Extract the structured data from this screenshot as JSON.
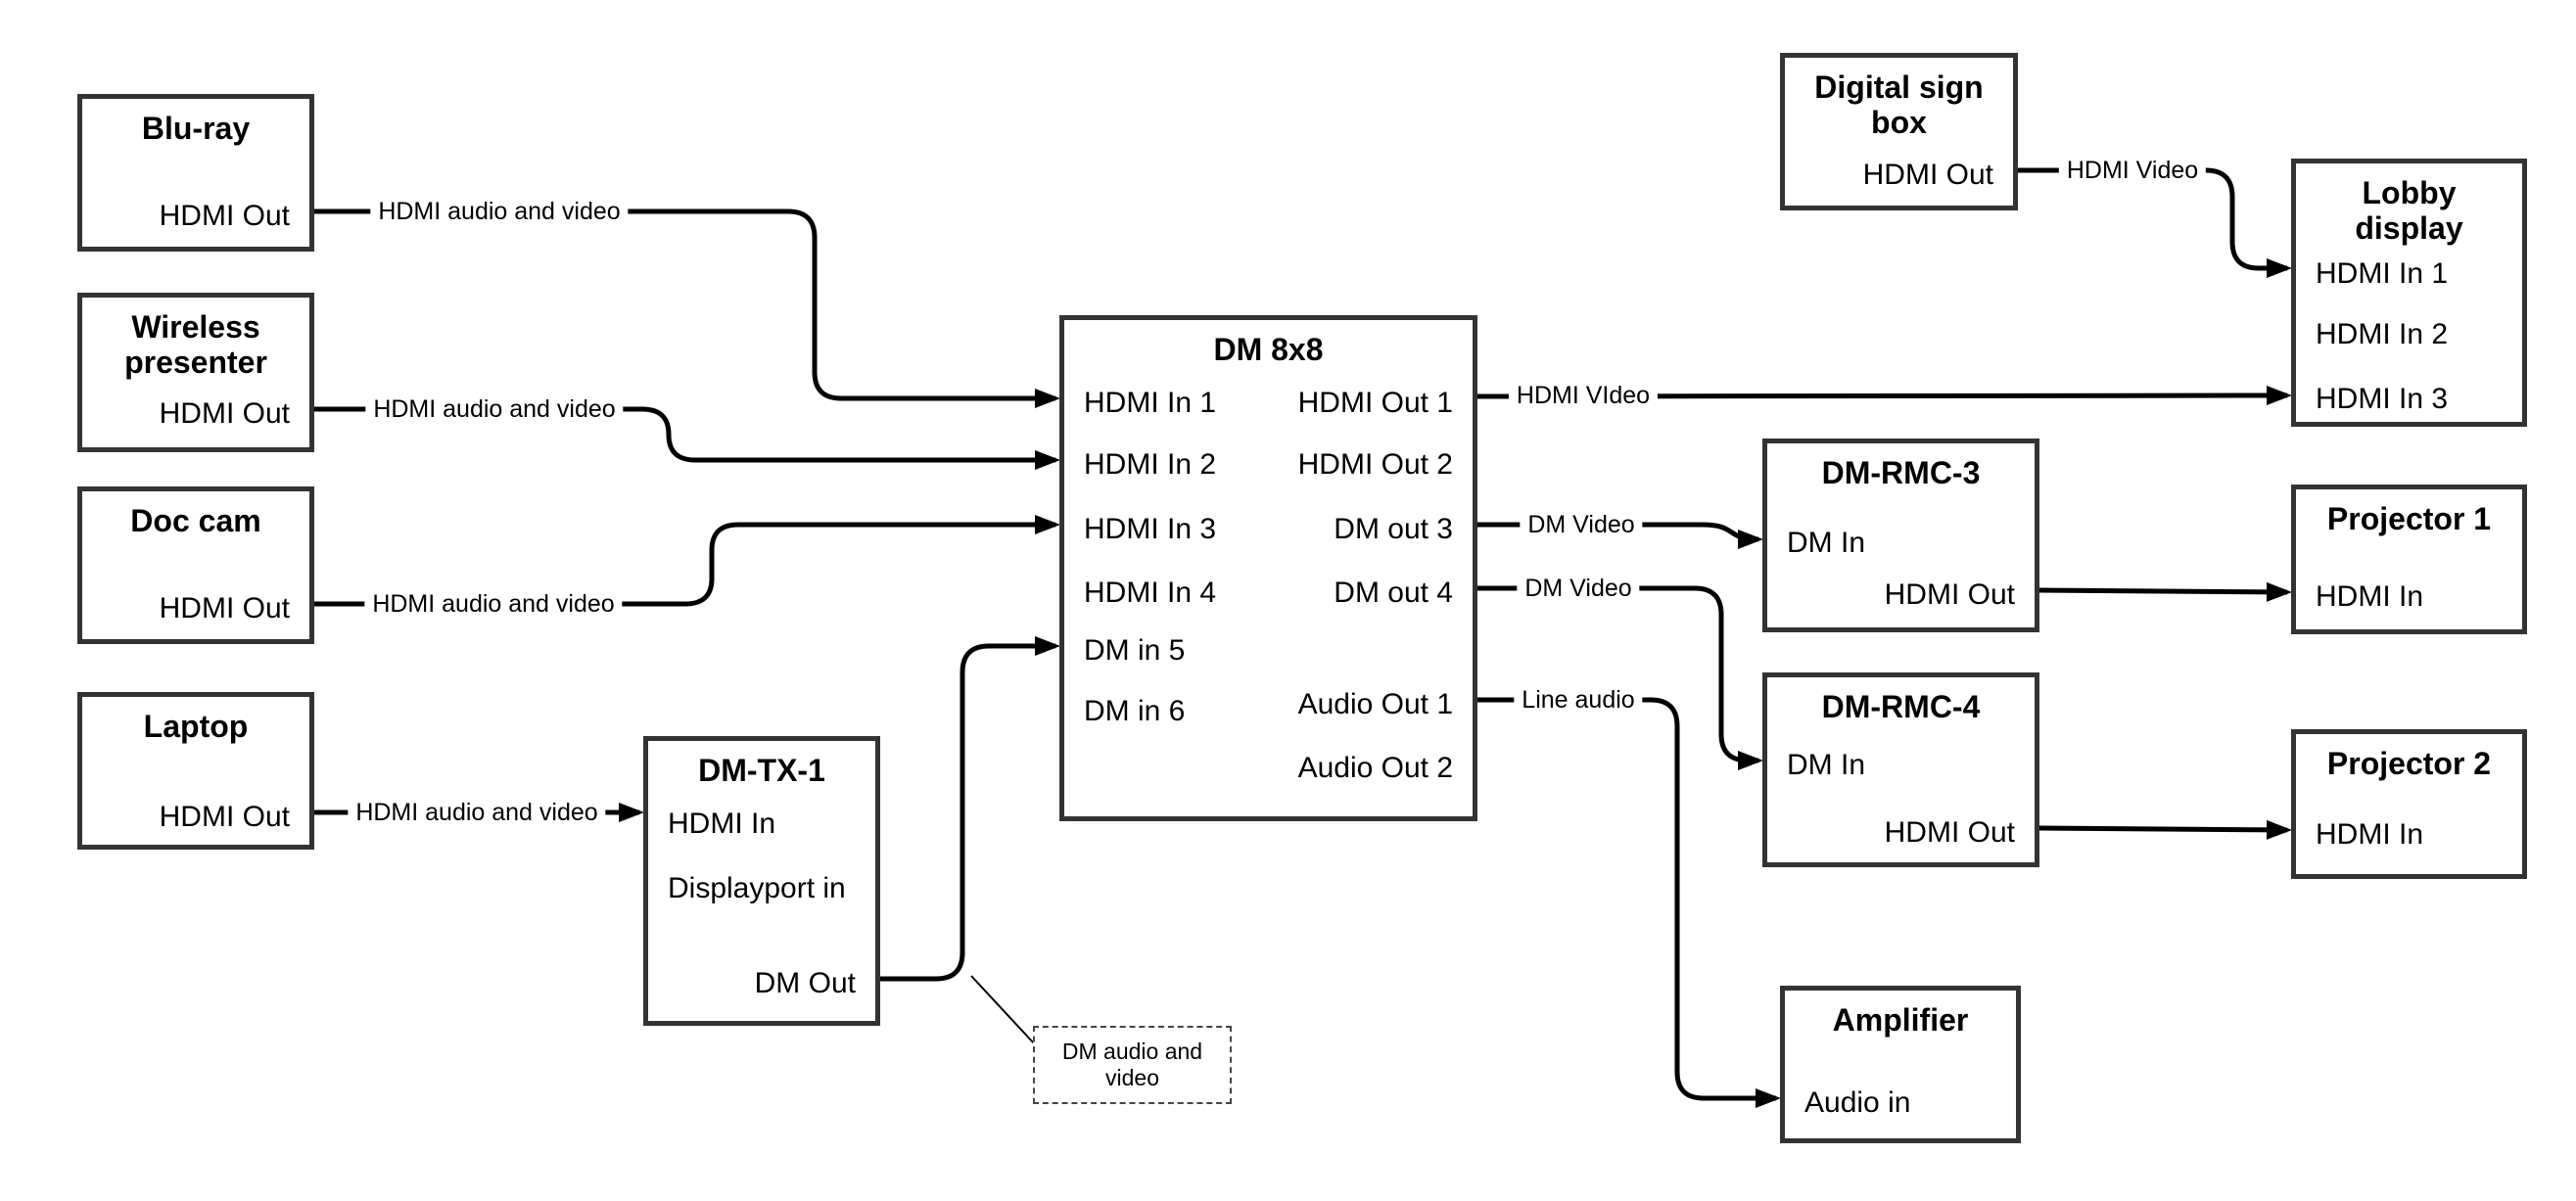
{
  "colors": {
    "wire": "#000000",
    "box_border": "#333333",
    "background": "#ffffff",
    "text": "#000000"
  },
  "nodes": [
    {
      "id": "bluray",
      "title": "Blu-ray",
      "ports": [
        "HDMI Out"
      ]
    },
    {
      "id": "wireless-presenter",
      "title": "Wireless presenter",
      "ports": [
        "HDMI Out"
      ]
    },
    {
      "id": "doc-cam",
      "title": "Doc cam",
      "ports": [
        "HDMI Out"
      ]
    },
    {
      "id": "laptop",
      "title": "Laptop",
      "ports": [
        "HDMI Out"
      ]
    },
    {
      "id": "dm-tx-1",
      "title": "DM-TX-1",
      "ports": [
        "HDMI In",
        "Displayport in",
        "DM Out"
      ]
    },
    {
      "id": "dm-8x8",
      "title": "DM 8x8",
      "ports_left": [
        "HDMI In 1",
        "HDMI In 2",
        "HDMI In 3",
        "HDMI In 4",
        "DM in 5",
        "DM in 6"
      ],
      "ports_right": [
        "HDMI Out 1",
        "HDMI Out 2",
        "DM out 3",
        "DM out 4",
        "Audio Out 1",
        "Audio Out 2"
      ]
    },
    {
      "id": "digital-sign-box",
      "title": "Digital sign box",
      "ports": [
        "HDMI Out"
      ]
    },
    {
      "id": "lobby-display",
      "title": "Lobby display",
      "ports": [
        "HDMI In 1",
        "HDMI In 2",
        "HDMI In 3"
      ]
    },
    {
      "id": "dm-rmc-3",
      "title": "DM-RMC-3",
      "ports": [
        "DM In",
        "HDMI Out"
      ]
    },
    {
      "id": "projector-1",
      "title": "Projector 1",
      "ports": [
        "HDMI In"
      ]
    },
    {
      "id": "dm-rmc-4",
      "title": "DM-RMC-4",
      "ports": [
        "DM In",
        "HDMI Out"
      ]
    },
    {
      "id": "projector-2",
      "title": "Projector 2",
      "ports": [
        "HDMI In"
      ]
    },
    {
      "id": "amplifier",
      "title": "Amplifier",
      "ports": [
        "Audio in"
      ]
    }
  ],
  "edges": [
    {
      "from": "Blu-ray HDMI Out",
      "to": "DM 8x8 HDMI In 1",
      "label": "HDMI audio and video"
    },
    {
      "from": "Wireless presenter HDMI Out",
      "to": "DM 8x8 HDMI In 2",
      "label": "HDMI audio and video"
    },
    {
      "from": "Doc cam HDMI Out",
      "to": "DM 8x8 HDMI In 3",
      "label": "HDMI audio and video"
    },
    {
      "from": "Laptop HDMI Out",
      "to": "DM-TX-1 HDMI In",
      "label": "HDMI audio and video"
    },
    {
      "from": "DM-TX-1 DM Out",
      "to": "DM 8x8 DM in 5",
      "label": ""
    },
    {
      "from": "DM 8x8 HDMI Out 1",
      "to": "Lobby display HDMI In 3",
      "label": "HDMI VIdeo"
    },
    {
      "from": "Digital sign box HDMI Out",
      "to": "Lobby display HDMI In 1",
      "label": "HDMI Video"
    },
    {
      "from": "DM 8x8 DM out 3",
      "to": "DM-RMC-3 DM In",
      "label": "DM Video"
    },
    {
      "from": "DM 8x8 DM out 4",
      "to": "DM-RMC-4 DM In",
      "label": "DM Video"
    },
    {
      "from": "DM-RMC-3 HDMI Out",
      "to": "Projector 1 HDMI In",
      "label": ""
    },
    {
      "from": "DM-RMC-4 HDMI Out",
      "to": "Projector 2 HDMI In",
      "label": ""
    },
    {
      "from": "DM 8x8 Audio Out 1",
      "to": "Amplifier Audio in",
      "label": "Line audio"
    }
  ],
  "note": {
    "text": "DM audio and video"
  }
}
